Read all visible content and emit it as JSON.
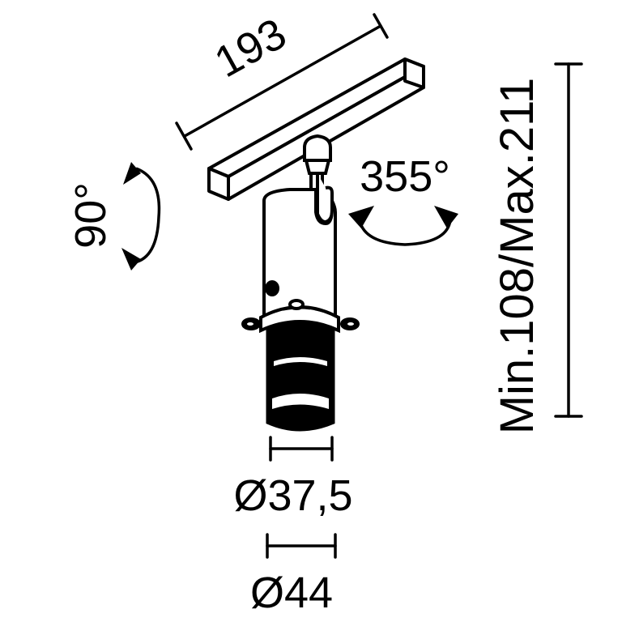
{
  "drawing": {
    "type": "product-dimension-drawing",
    "subject": "track spotlight",
    "colors": {
      "line": "#000000",
      "background": "#ffffff"
    }
  },
  "dimensions": {
    "track_length": {
      "label": "193",
      "unit": "mm"
    },
    "height": {
      "label": "Min.108/Max.211",
      "min": 108,
      "max": 211,
      "unit": "mm"
    },
    "body_diameter": {
      "label": "Ø37,5",
      "symbol": "Ø",
      "value": "37,5",
      "unit": "mm"
    },
    "head_diameter": {
      "label": "Ø44",
      "symbol": "Ø",
      "value": "44",
      "unit": "mm"
    }
  },
  "rotations": {
    "tilt": {
      "label": "90°",
      "value": 90,
      "icon": "double-arrow-arc-vertical"
    },
    "swivel": {
      "label": "355°",
      "value": 355,
      "icon": "double-arrow-arc-horizontal"
    }
  }
}
